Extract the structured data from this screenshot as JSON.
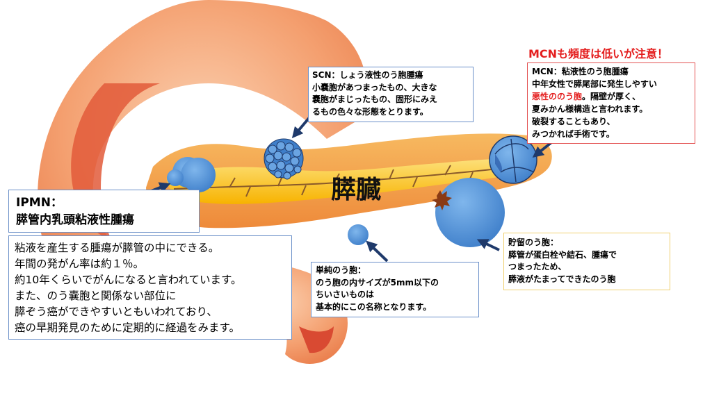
{
  "organ_label": "膵臓",
  "ipmn": {
    "title_lines": [
      "IPMN：",
      "膵管内乳頭粘液性腫瘍"
    ],
    "desc_lines": [
      "粘液を産生する腫瘍が膵管の中にできる。",
      "年間の発がん率は約１％。",
      "約10年くらいでがんになると言われています。",
      "また、のう嚢胞と関係ない部位に",
      "膵ぞう癌ができやすいともいわれており、",
      "癌の早期発見のために定期的に経過をみます。"
    ]
  },
  "scn": {
    "lines": [
      "SCN：しょう液性のう胞腫瘍",
      "小嚢胞があつまったもの、大きな",
      "嚢胞がまじったもの、固形にみえ",
      "るもの色々な形態をとります。"
    ]
  },
  "mcn": {
    "heading": "MCNも頻度は低いが注意！",
    "line1": "MCN：粘液性のう胞腫瘍",
    "line2": "中年女性で膵尾部に発生しやすい",
    "line3_red": "悪性ののう胞",
    "line3_rest": "。隔壁が厚く、",
    "line4": "夏みかん様構造と言われます。",
    "line5": "破裂することもあり、",
    "line6": "みつかれば手術です。"
  },
  "simple_cyst": {
    "lines": [
      "単純のう胞：",
      "のう胞の内サイズが5mm以下の",
      "ちいさいものは",
      "基本的にこの名称となります。"
    ]
  },
  "retention_cyst": {
    "lines": [
      "貯留のう胞：",
      "膵管が蛋白栓や結石、腫瘍で",
      "つまったため、",
      "膵液がたまってできたのう胞"
    ]
  },
  "colors": {
    "cyst_blue": "#4a8ad4",
    "arrow_navy": "#1f3a6b",
    "pancreas_yellow": "#f4b400",
    "tissue_orange": "#f4a070",
    "warning_red": "#e41d1d"
  }
}
